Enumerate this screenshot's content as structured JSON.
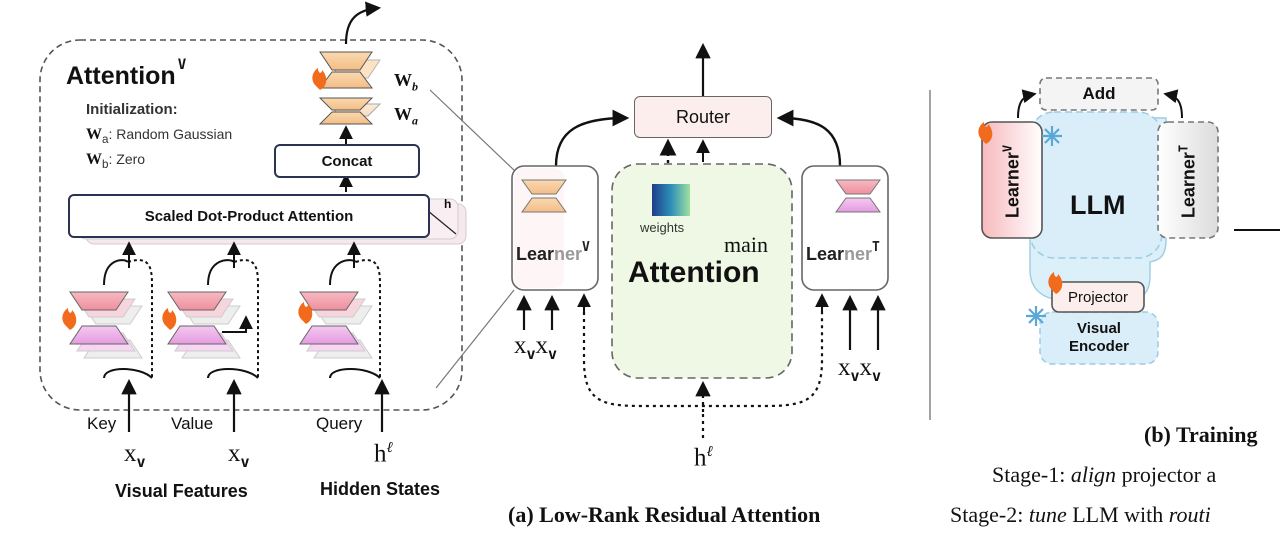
{
  "attention_panel": {
    "title": "Attention",
    "title_sup": "V",
    "init_title": "Initialization:",
    "init_wa_sym": "W",
    "init_wa_sub": "a",
    "init_wa_text": ": Random Gaussian",
    "init_wb_sym": "W",
    "init_wb_sub": "b",
    "init_wb_text": ": Zero",
    "concat": "Concat",
    "sdpa": "Scaled Dot-Product Attention",
    "heads": "h",
    "wb_sym": "W",
    "wb_sub": "b",
    "wa_sym": "W",
    "wa_sub": "a",
    "inputs": [
      {
        "label": "Key",
        "var": "x",
        "sub": "v"
      },
      {
        "label": "Value",
        "var": "x",
        "sub": "v"
      },
      {
        "label": "Query",
        "var": "h",
        "sub": "ℓ"
      }
    ],
    "visual_features": "Visual Features",
    "hidden_states": "Hidden States"
  },
  "panel_a": {
    "router": "Router",
    "weights": "weights",
    "main_sup": "main",
    "main_attention": "Attention",
    "learner_v": {
      "label_head": "Lear",
      "label_tail": "ner",
      "sup": "V"
    },
    "learner_t": {
      "label_head": "Lear",
      "label_tail": "ner",
      "sup": "T"
    },
    "left_inputs": {
      "var": "x",
      "sub": "v"
    },
    "right_inputs": {
      "var": "x",
      "sub": "v"
    },
    "bottom_input": {
      "var": "h",
      "sup": "ℓ"
    },
    "caption": "(a) Low-Rank Residual Attention"
  },
  "panel_b": {
    "add": "Add",
    "llm": "LLM",
    "learner_v": {
      "label": "Learner",
      "sup": "V"
    },
    "learner_t": {
      "label": "Learner",
      "sup": "T"
    },
    "projector": "Projector",
    "visual_encoder_1": "Visual",
    "visual_encoder_2": "Encoder",
    "caption": "(b) Training",
    "stage1_prefix": "Stage-1: ",
    "stage1_em": "align",
    "stage1_rest": " projector a",
    "stage2_prefix": "Stage-2: ",
    "stage2_em": "tune",
    "stage2_mid": " LLM with ",
    "stage2_em2": "routi"
  },
  "colors": {
    "outline": "#2a3452",
    "router_fill": "#fdeeee",
    "main_attention_fill": "#eef8e4",
    "learner_v_fill": "#f6c9c9",
    "llm_fill": "#d9eef8",
    "flame": "#f26b1d",
    "snow": "#5aa7d8"
  }
}
